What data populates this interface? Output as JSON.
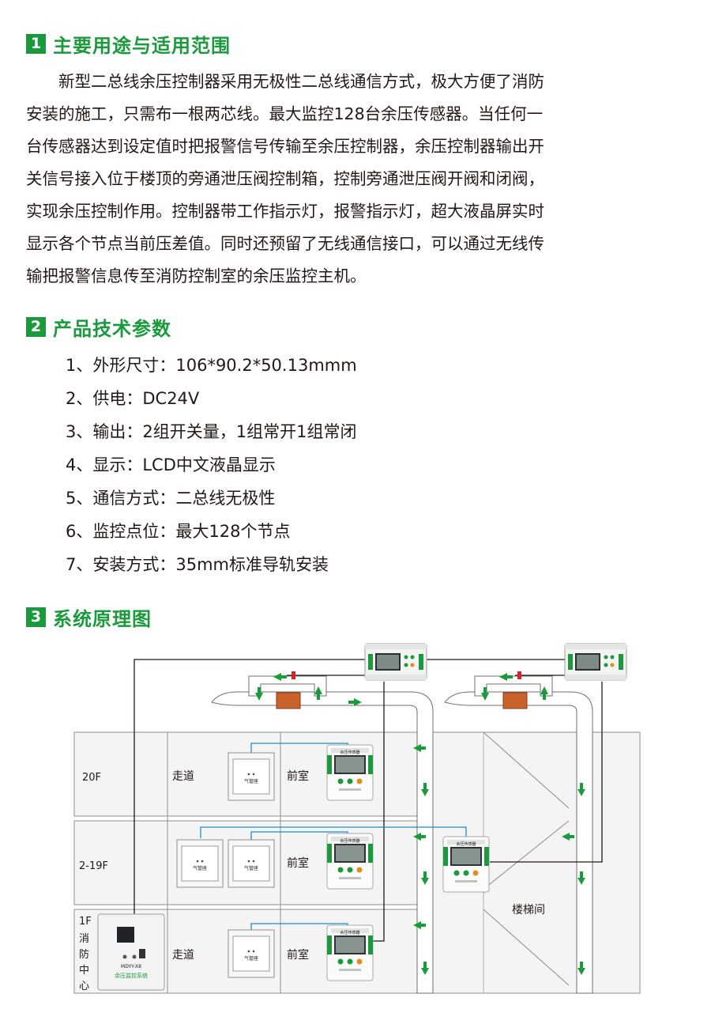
{
  "sections": [
    {
      "num": "1",
      "title": "主要用途与适用范围"
    },
    {
      "num": "2",
      "title": "产品技术参数"
    },
    {
      "num": "3",
      "title": "系统原理图"
    }
  ],
  "intro_lines": [
    "新型二总线余压控制器采用无极性二总线通信方式，极大方便了消防",
    "安装的施工，只需布一根两芯线。最大监控128台余压传感器。当任何一",
    "台传感器达到设定值时把报警信号传输至余压控制器，余压控制器输出开",
    "关信号接入位于楼顶的旁通泄压阀控制箱，控制旁通泄压阀开阀和闭阀，",
    "实现余压控制作用。控制器带工作指示灯，报警指示灯，超大液晶屏实时",
    "显示各个节点当前压差值。同时还预留了无线通信接口，可以通过无线传",
    "输把报警信息传至消防控制室的余压监控主机。"
  ],
  "specs": [
    "1、外形尺寸：106*90.2*50.13mmm",
    "2、供电：DC24V",
    "3、输出：2组开关量，1组常开1组常闭",
    "4、显示：LCD中文液晶显示",
    "5、通信方式：二总线无极性",
    "6、监控点位：最大128个节点",
    "7、安装方式：35mm标准导轨安装"
  ],
  "diagram": {
    "floors": [
      "20F",
      "2-19F"
    ],
    "floor_1f_chars": [
      "1F",
      "消",
      "防",
      "中",
      "心"
    ],
    "corridor_label": "走道",
    "anteroom_label": "前室",
    "stair_label": "楼梯间",
    "sensor_label": "余压传感器",
    "tube_label": "气管座",
    "panel_model": "MDYY-X8",
    "panel_name": "余压监控系统",
    "colors": {
      "green": "#1a9a3c",
      "blue": "#1a8fd0",
      "damper": "#c9622c"
    }
  }
}
